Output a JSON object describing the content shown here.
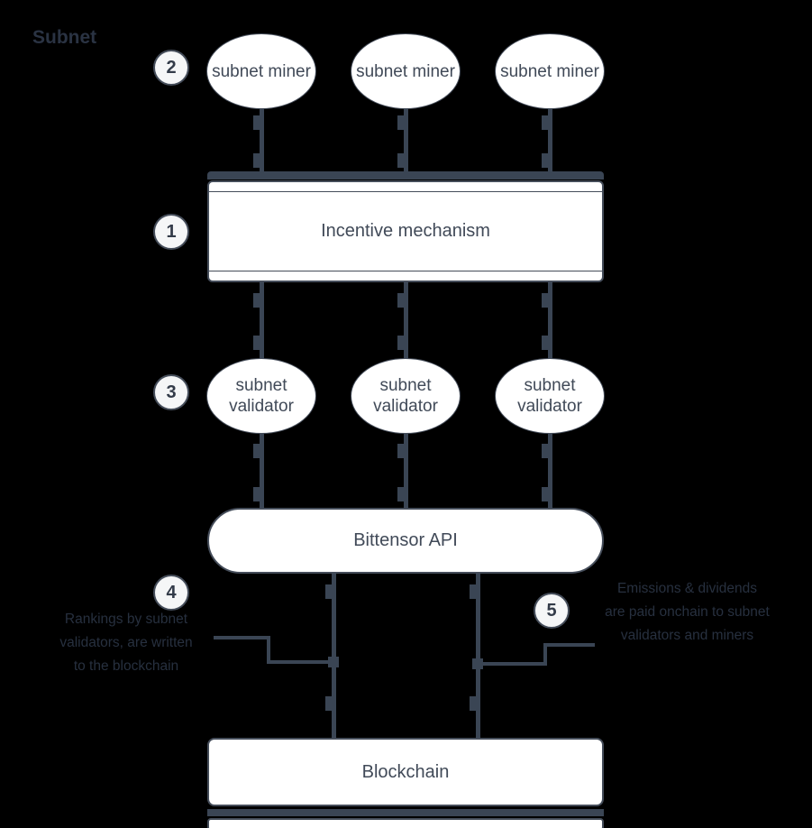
{
  "diagram": {
    "subnet_label": "Subnet",
    "badges": {
      "one": "1",
      "two": "2",
      "three": "3",
      "four": "4",
      "five": "5"
    },
    "miners": {
      "m1": "subnet miner",
      "m2": "subnet miner",
      "m3": "subnet miner"
    },
    "incentive_label": "Incentive mechanism",
    "validators": {
      "v1": "subnet validator",
      "v2": "subnet validator",
      "v3": "subnet validator"
    },
    "api_label": "Bittensor API",
    "blockchain_label": "Blockchain",
    "notes": {
      "left": {
        "line1": "Rankings by subnet",
        "line2": "validators, are written",
        "line3": "to the blockchain"
      },
      "right": {
        "line1": "Emissions & dividends",
        "line2": "are paid onchain to subnet",
        "line3": "validators and miners"
      }
    },
    "colors": {
      "background": "#000000",
      "connector": "#3A4554",
      "node_border": "#454D5A",
      "node_fill": "#FFFFFF",
      "node_text": "#414A58",
      "badge_fill": "#F5F6F7",
      "badge_text": "#333B49",
      "faint_text": "#27303F"
    }
  }
}
